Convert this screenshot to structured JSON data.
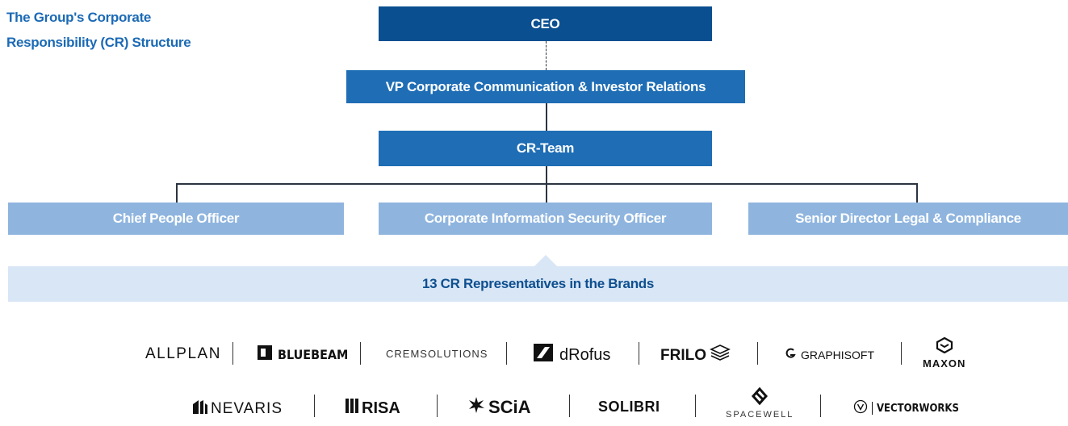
{
  "title": {
    "line1": "The Group's Corporate",
    "line2": "Responsibility (CR) Structure"
  },
  "colors": {
    "title": "#1b6ab5",
    "dark_box": "#0a4f8f",
    "mid_box": "#1e6db5",
    "light_box": "#8fb5df",
    "banner": "#d8e6f6",
    "banner_text": "#0e4f8f"
  },
  "org": {
    "ceo": "CEO",
    "vp": "VP Corporate Communication & Investor Relations",
    "cr_team": "CR-Team",
    "officers": [
      "Chief People Officer",
      "Corporate Information Security Officer",
      "Senior Director Legal & Compliance"
    ],
    "banner": "13 CR Representatives in the Brands"
  },
  "brands": {
    "row1": [
      {
        "name": "ALLPLAN",
        "icon": "none"
      },
      {
        "name": "BLUEBEAM",
        "icon": "bluebeam-square-icon"
      },
      {
        "name": "CREMSOLUTIONS",
        "icon": "none"
      },
      {
        "name": "dRofus",
        "icon": "drofus-mark-icon"
      },
      {
        "name": "FRILO",
        "icon": "frilo-stack-icon"
      },
      {
        "name": "GRAPHISOFT",
        "icon": "graphisoft-arc-icon"
      },
      {
        "name": "MAXON",
        "icon": "maxon-cube-icon"
      }
    ],
    "row2": [
      {
        "name": "NEVARIS",
        "icon": "nevaris-building-icon"
      },
      {
        "name": "RISA",
        "icon": "risa-bars-icon"
      },
      {
        "name": "SCiA",
        "icon": "scia-burst-icon"
      },
      {
        "name": "SOLIBRI",
        "icon": "none"
      },
      {
        "name": "SPACEWELL",
        "icon": "spacewell-loop-icon"
      },
      {
        "name": "VECTORWORKS",
        "icon": "vectorworks-circle-icon"
      }
    ]
  }
}
